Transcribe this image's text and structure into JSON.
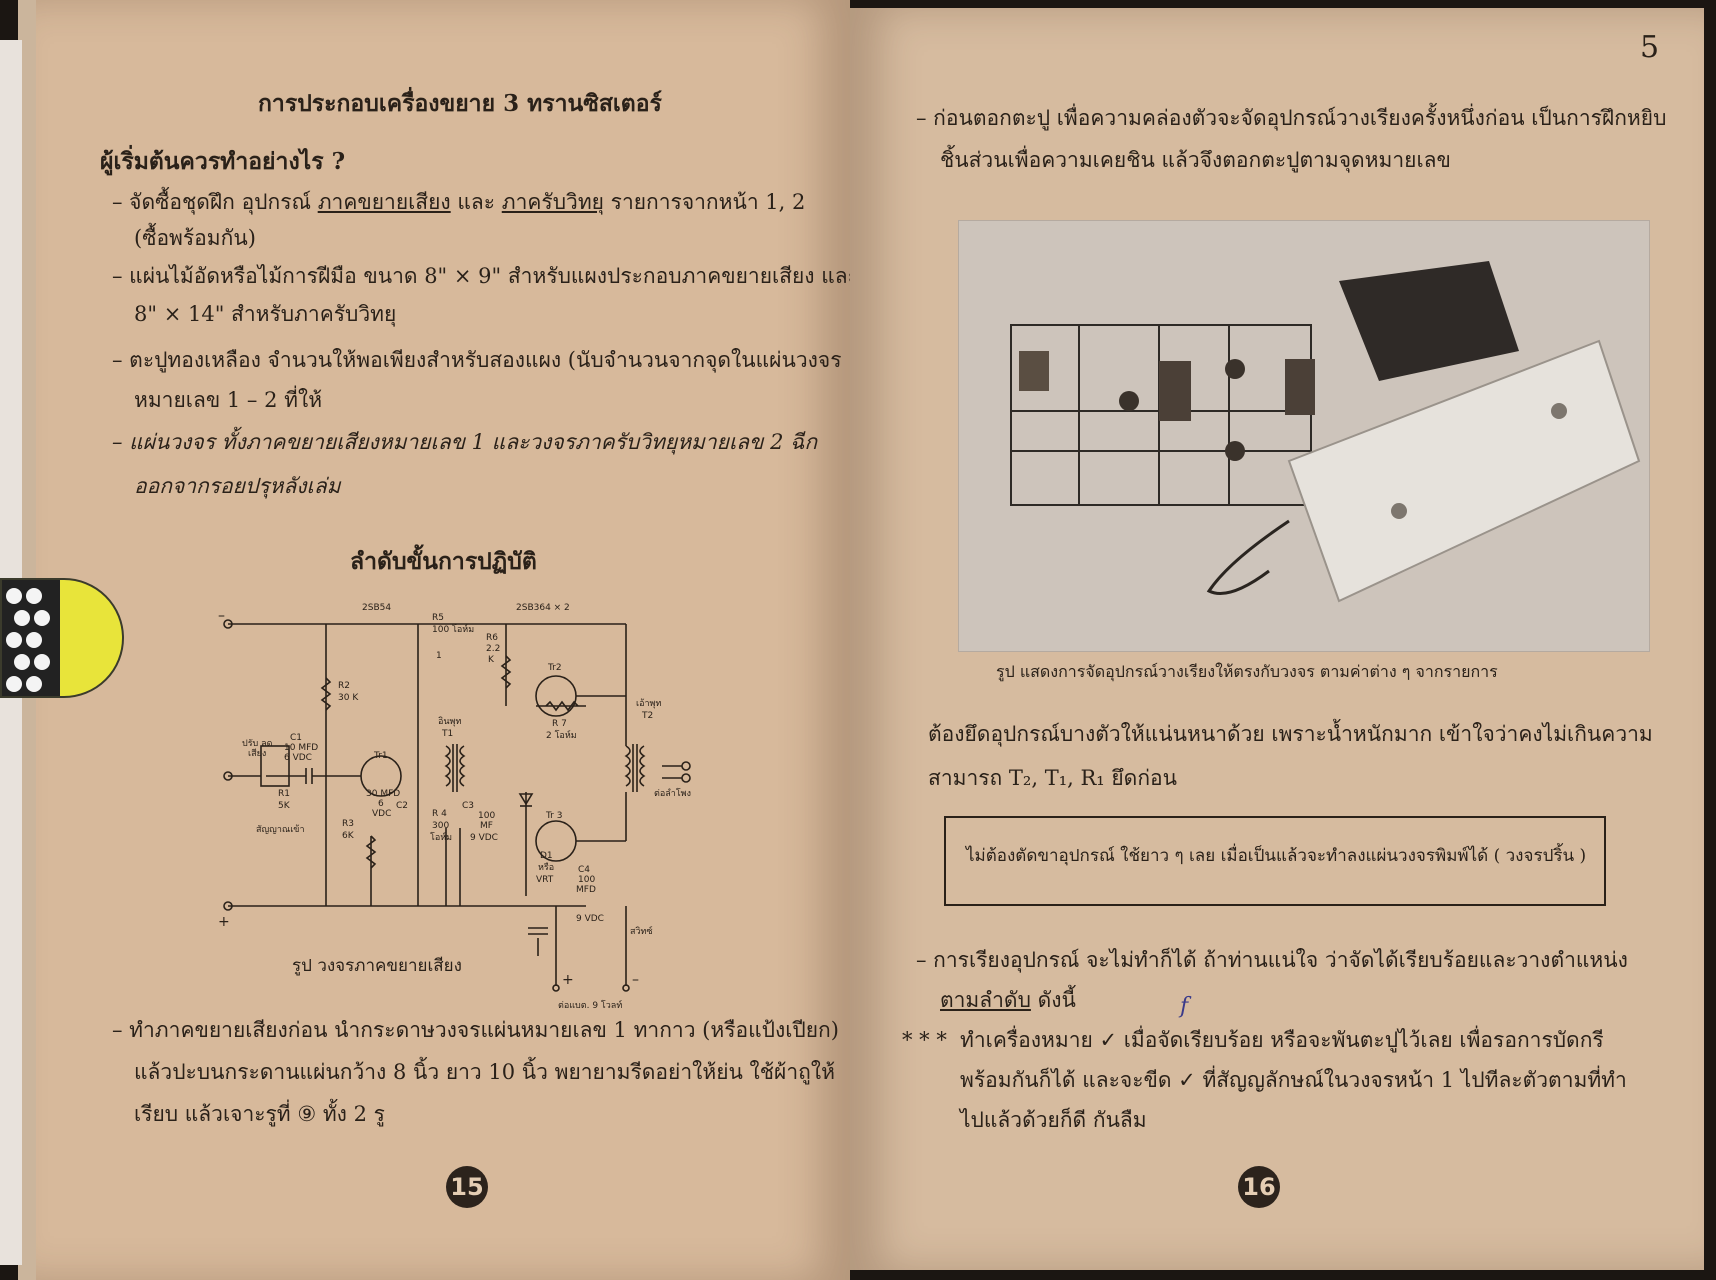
{
  "left_page": {
    "title": "การประกอบเครื่องขยาย 3 ทรานซิสเตอร์",
    "question": "ผู้เริ่มต้นควรทำอย่างไร ?",
    "bullet1_a": "– จัดซื้อชุดฝึก อุปกรณ์",
    "bullet1_u1": "ภาคขยายเสียง",
    "bullet1_and": "และ",
    "bullet1_u2": "ภาครับวิทยุ",
    "bullet1_b": "รายการจากหน้า 1, 2",
    "bullet1_c": "(ซื้อพร้อมกัน)",
    "bullet2_a": "– แผ่นไม้อัดหรือไม้การฝีมือ ขนาด 8\" × 9\" สำหรับแผงประกอบภาคขยายเสียง และ",
    "bullet2_b": "8\" × 14\" สำหรับภาครับวิทยุ",
    "bullet3_a": "– ตะปูทองเหลือง จำนวนให้พอเพียงสำหรับสองแผง (นับจำนวนจากจุดในแผ่นวงจร",
    "bullet3_b": "หมายเลข 1 – 2 ที่ให้",
    "bullet4_a": "– แผ่นวงจร ทั้งภาคขยายเสียงหมายเลข 1 และวงจรภาครับวิทยุหมายเลข 2 ฉีก",
    "bullet4_b": "ออกจากรอยปรุหลังเล่ม",
    "subtitle": "ลำดับขั้นการปฏิบัติ",
    "circuit_caption": "รูป วงจรภาคขยายเสียง",
    "bottom_a": "– ทำภาคขยายเสียงก่อน นำกระดาษวงจรแผ่นหมายเลข 1 ทากาว (หรือแป้งเปียก)",
    "bottom_b": "แล้วปะบนกระดานแผ่นกว้าง 8 นิ้ว ยาว 10 นิ้ว พยายามรีดอย่าให้ย่น ใช้ผ้าถูให้",
    "bottom_c": "เรียบ แล้วเจาะรูที่ ⑨ ทั้ง 2 รู",
    "page_number": "15",
    "circuit": {
      "t_2sb54": "2SB54",
      "t_2sb364": "2SB364 × 2",
      "r5": "R5",
      "r5v": "100 โอห์ม",
      "r6": "R6",
      "r6v": "2.2",
      "r6u": "K",
      "r2": "R2",
      "r2v": "30 K",
      "c1": "C1",
      "c1v": "10 MFD",
      "c1w": "6 VDC",
      "vol": "ปรับ ลด",
      "vol2": "เสียง",
      "r1": "R1",
      "r1v": "5K",
      "tr1": "Tr1",
      "t1a": "อินพุท",
      "t1": "T1",
      "tr2": "Tr2",
      "r7": "R 7",
      "r7v": "2 โอห์ม",
      "tr3": "Tr 3",
      "t2a": "เอ้าพุท",
      "t2": "T2",
      "spk": "ต่อลำโพง",
      "sig": "สัญญาณเข้า",
      "r3": "R3",
      "r3v": "6K",
      "c2a": "30 MFD",
      "c2b": "6",
      "c2c": "VDC",
      "c2": "C2",
      "r4": "R 4",
      "r4v": "300",
      "r4u": "โอห์ม",
      "c3": "C3",
      "c3v": "100",
      "c3u": "MF",
      "c3w": "9 VDC",
      "d1": "D1",
      "d1v": "หรือ",
      "d1w": "VRT",
      "c4": "C4",
      "c4v": "100",
      "c4u": "MFD",
      "c4w": "9 VDC",
      "sw": "สวิทซ์",
      "bat": "ต่อแบต. 9 โวลท์",
      "minus": "–",
      "plus": "+",
      "one": "1"
    }
  },
  "right_page": {
    "corner_mark": "5",
    "para1_a": "– ก่อนตอกตะปู เพื่อความคล่องตัวจะจัดอุปกรณ์วางเรียงครั้งหนึ่งก่อน เป็นการฝึกหยิบ",
    "para1_b": "ชิ้นส่วนเพื่อความเคยชิน แล้วจึงตอกตะปูตามจุดหมายเลข",
    "photo_caption": "รูป แสดงการจัดอุปกรณ์วางเรียงให้ตรงกับวงจร ตามค่าต่าง ๆ จากรายการ",
    "para2_a": "ต้องยึดอุปกรณ์บางตัวให้แน่นหนาด้วย เพราะน้ำหนักมาก เข้าใจว่าคงไม่เกินความ",
    "para2_b": "สามารถ T₂, T₁, R₁ ยึดก่อน",
    "boxed_note": "ไม่ต้องตัดขาอุปกรณ์ ใช้ยาว ๆ เลย เมื่อเป็นแล้วจะทำลงแผ่นวงจรพิมพ์ได้ ( วงจรปริ้น )",
    "para3_a": "– การเรียงอุปกรณ์ จะไม่ทำก็ได้ ถ้าท่านแน่ใจ ว่าจัดได้เรียบร้อยและวางตำแหน่ง",
    "para3_u": "ตามลำดับ",
    "para3_b": "ดังนี้",
    "mark_f": "f",
    "stars": "* * *",
    "para4_a": "ทำเครื่องหมาย ✓ เมื่อจัดเรียบร้อย หรือจะพันตะปูไว้เลย เพื่อรอการบัดกรี",
    "para4_b": "พร้อมกันก็ได้ และจะขีด ✓ ที่สัญญลักษณ์ในวงจรหน้า 1 ไปทีละตัวตามที่ทำ",
    "para4_c": "ไปแล้วด้วยก็ดี กันลืม",
    "page_number": "16"
  }
}
